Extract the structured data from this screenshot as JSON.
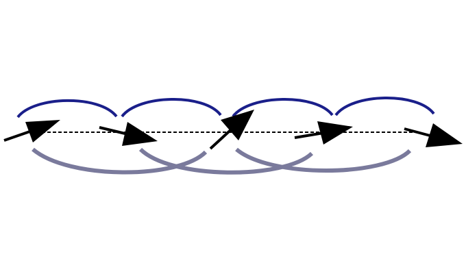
{
  "colors": {
    "upper_arcs": "#1a1f8a",
    "lower_arcs": "#7a7a9c",
    "arrows": "#000000",
    "baseline": "#000000"
  },
  "counts": {
    "upper_arcs": 4,
    "lower_arcs": 3,
    "arrows": 5
  }
}
